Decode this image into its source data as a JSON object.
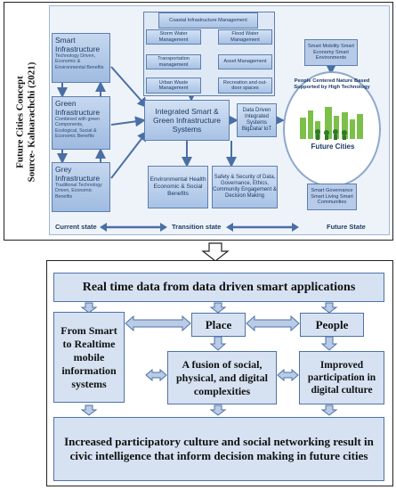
{
  "side_title": {
    "line1": "Future Cities Concept",
    "line2": "Source- Kaluarachchi (2021)"
  },
  "top": {
    "smart": {
      "title": "Smart Infrastructure",
      "desc": "Technology Driven, Economic & Environmental Benefits"
    },
    "green": {
      "title": "Green Infrastructure",
      "desc": "Combined with green Components, Ecological, Social & Economic Benefits"
    },
    "grey": {
      "title": "Grey Infrastructure",
      "desc": "Traditional Technology Driven, Economic Benefits"
    },
    "coastal": "Coastal Infrastructure Management",
    "storm": "Storm Water Management",
    "flood": "Flood Water Management",
    "transport": "Transportation management",
    "asset": "Asset Management",
    "waste": "Urban Waste Management",
    "recreation": "Recreation and out-door spaces",
    "integrated": "Integrated Smart & Green Infrastructure Systems",
    "data_driven": "Data Driven Integrated Systems BigData/ IoT",
    "env_health": "Environmental Health Economic & Social Benefits",
    "safety": "Safety & Security of Data, Governance, Ethics, Community Engagement & Decision Making",
    "smart_mobility": "Smart Mobility Smart Economy Smart Environments",
    "people_centered": "People Centered Nature Based Supported by High Technology",
    "future_cities": "Future Cities",
    "smart_gov": "Smart Governance Smart Living Smart Communities",
    "states": [
      "Current state",
      "Transition state",
      "Future State"
    ]
  },
  "bottom": {
    "realtime": "Real time data from data driven smart applications",
    "from_smart": "From Smart to Realtime mobile information systems",
    "place": "Place",
    "people": "People",
    "fusion": "A fusion of social, physical, and digital complexities",
    "improved": "Improved participation in digital culture",
    "increased": "Increased participatory culture and social networking result in civic intelligence that inform decision making in future cities"
  },
  "colors": {
    "box": "#a9c3e6",
    "border": "#4f72a8",
    "arrow": "#4a6fa5"
  }
}
